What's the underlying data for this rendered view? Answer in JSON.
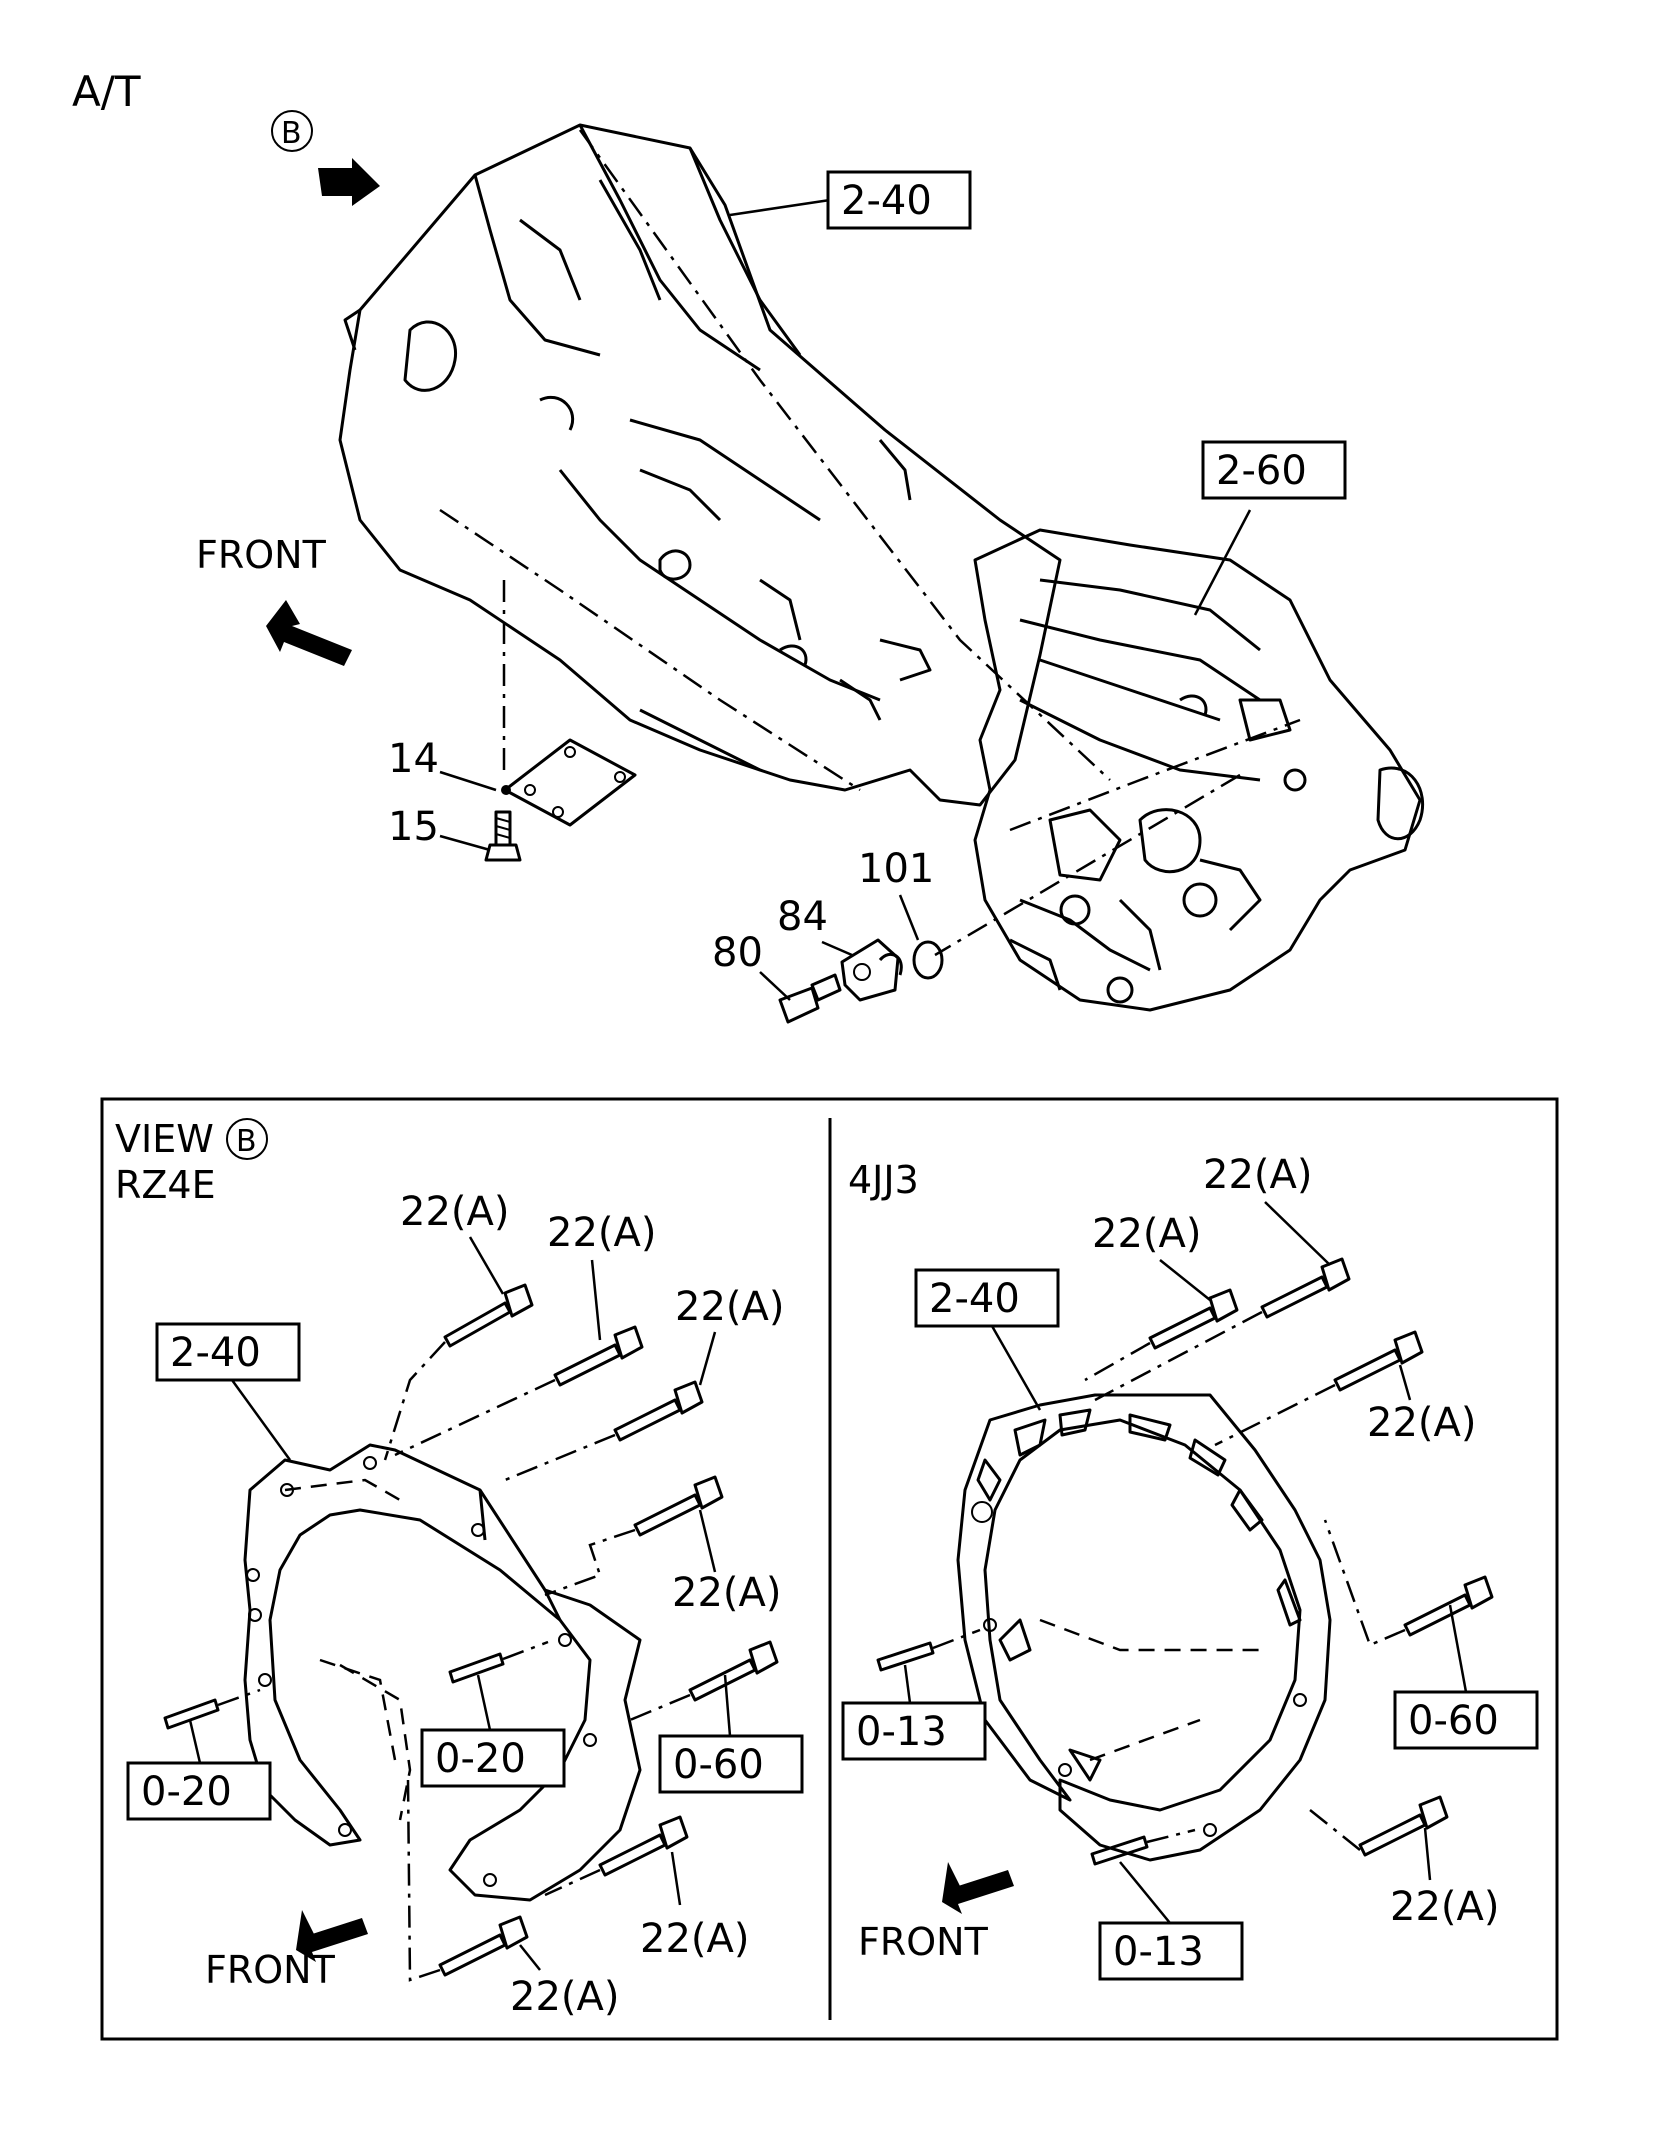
{
  "title": "A/T",
  "view_ref_symbol": "B",
  "top_labels": {
    "transmission_ref": "2-40",
    "transfer_ref": "2-60",
    "front": "FRONT",
    "item_14": "14",
    "item_15": "15",
    "item_80": "80",
    "item_84": "84",
    "item_101": "101"
  },
  "view_box": {
    "view_word": "VIEW",
    "view_symbol": "B",
    "left_panel": {
      "model": "RZ4E",
      "case_ref": "2-40",
      "pin_ref_inner": "0-20",
      "pin_ref_outer": "0-20",
      "bolt_ref": "0-60",
      "bolt_label": "22(A)",
      "front": "FRONT"
    },
    "right_panel": {
      "model": "4JJ3",
      "case_ref": "2-40",
      "pin_ref_upper": "0-13",
      "pin_ref_lower": "0-13",
      "bolt_ref": "0-60",
      "bolt_label": "22(A)",
      "front": "FRONT"
    }
  }
}
